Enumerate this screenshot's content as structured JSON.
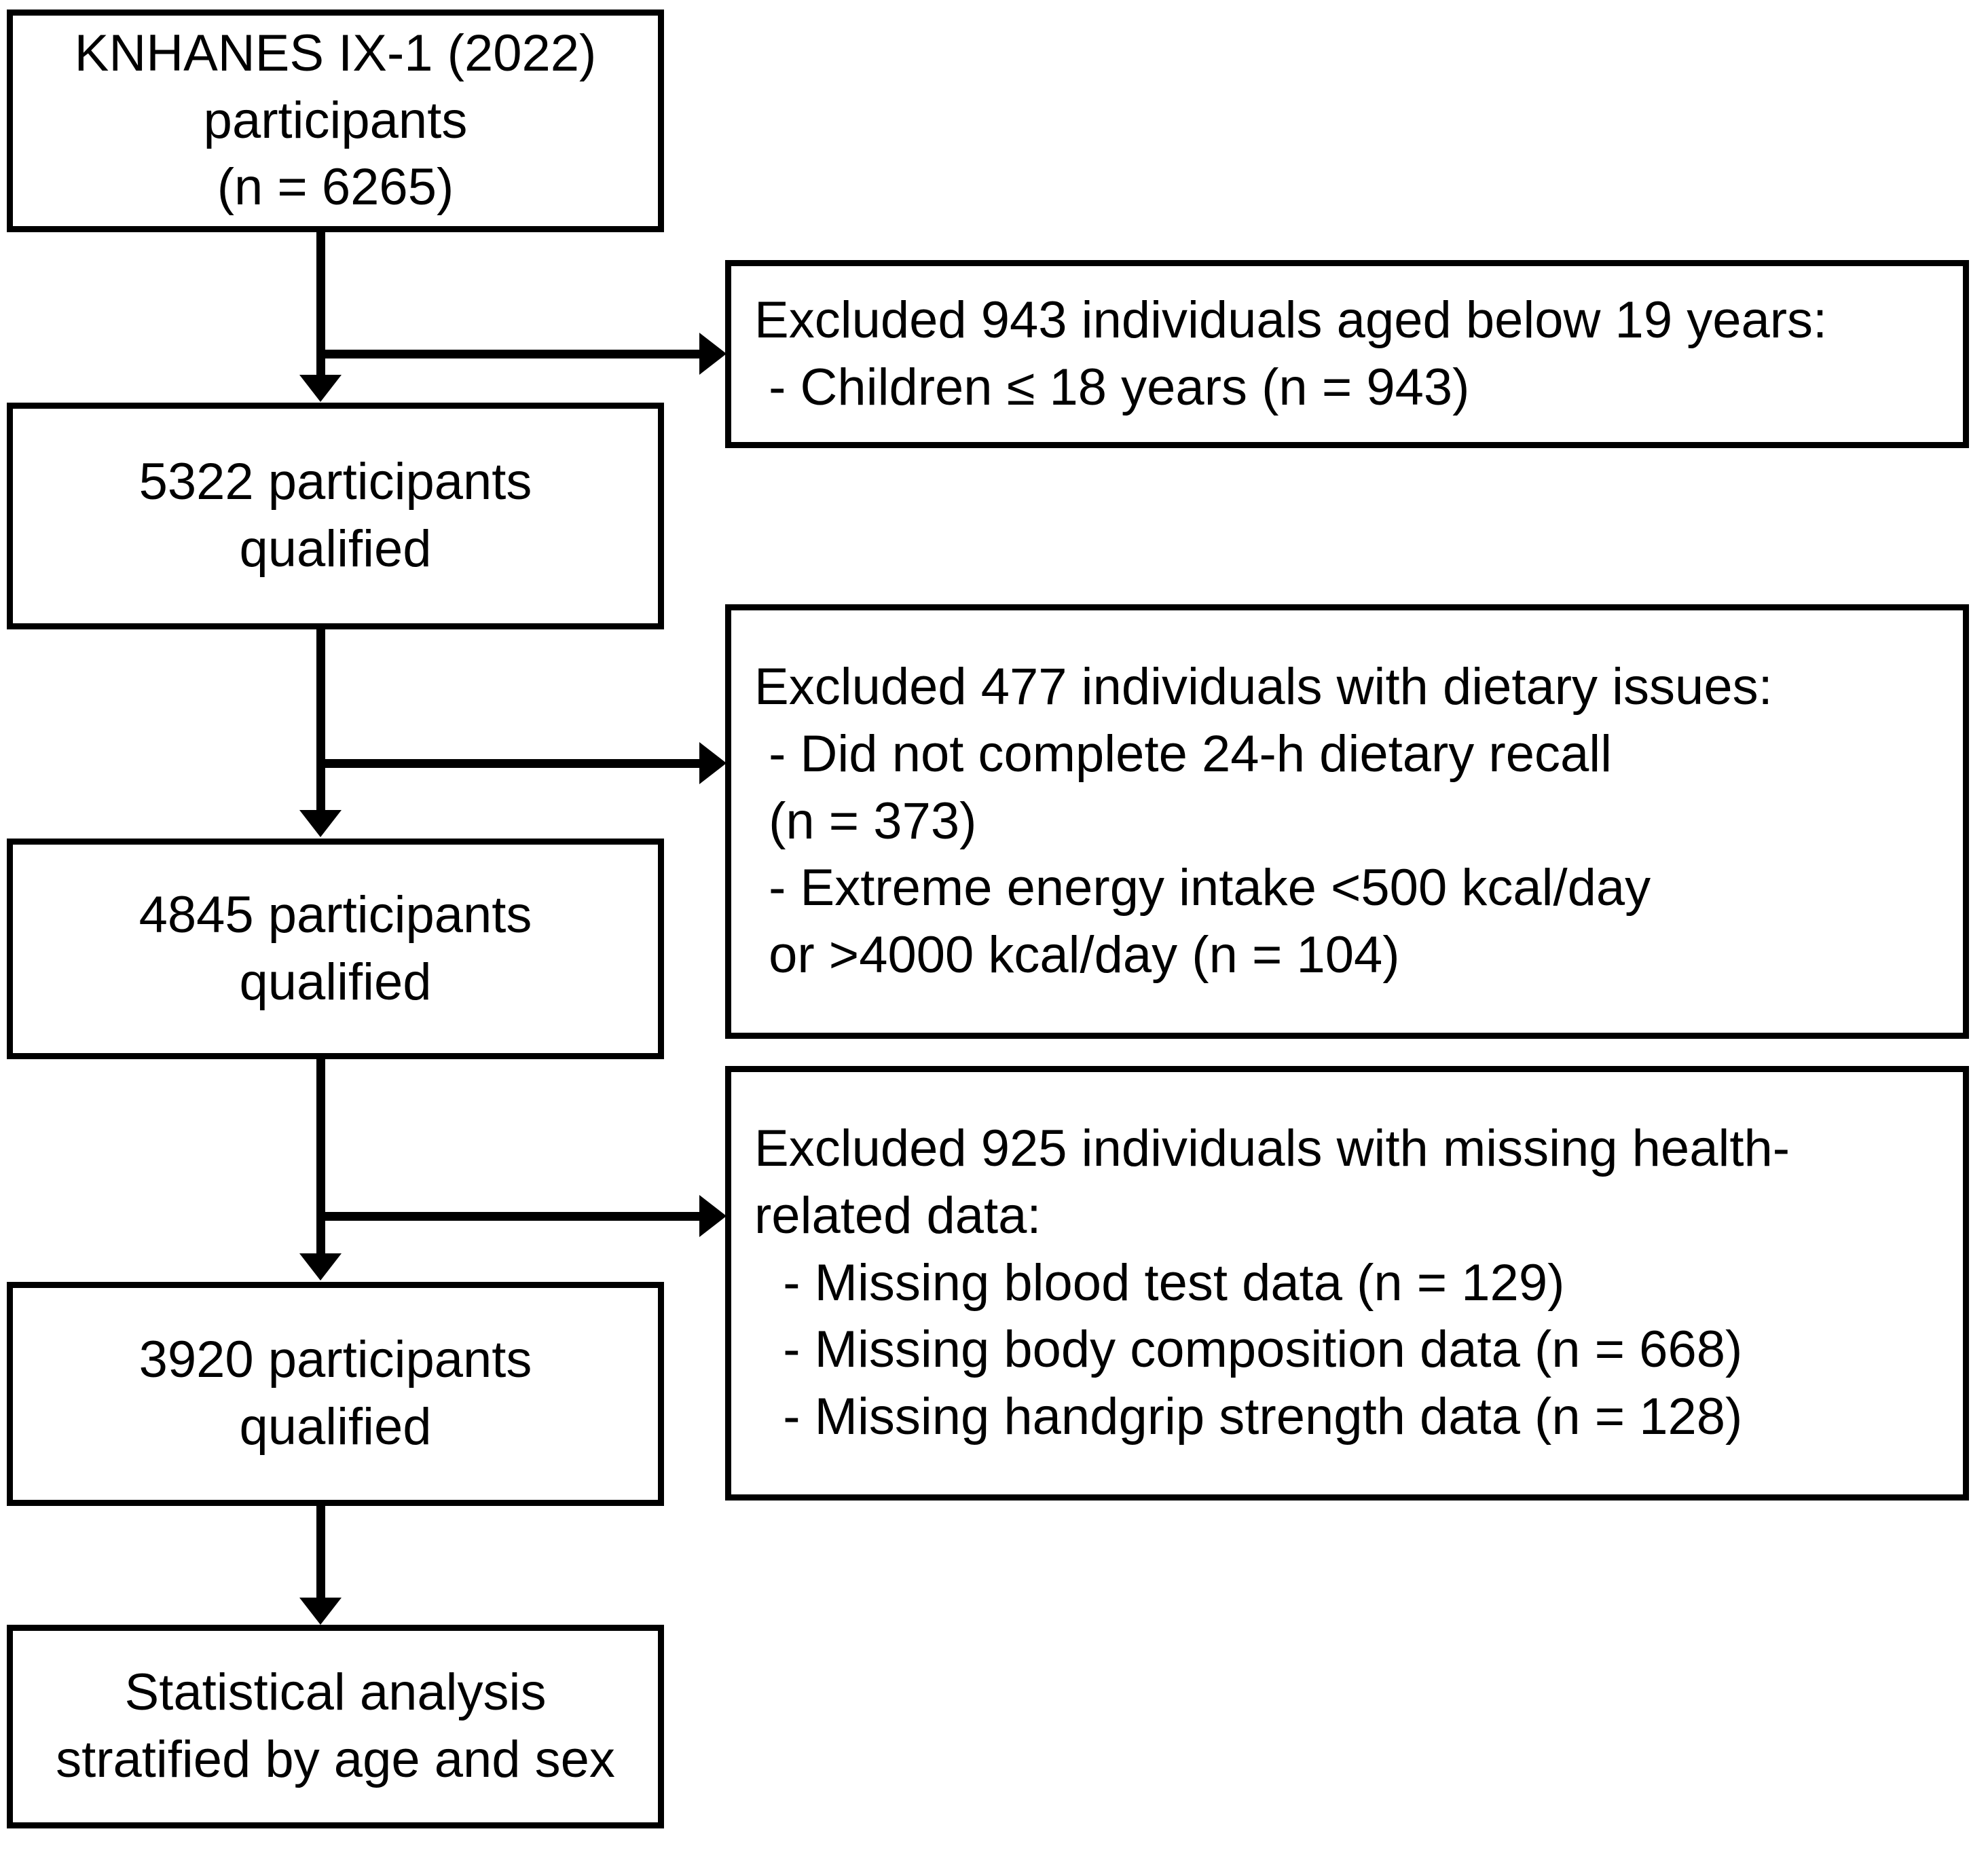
{
  "diagram": {
    "title": "KNHANES IX-1 participant selection flow",
    "type": "flowchart",
    "stroke_color": "#000000",
    "background_color": "#ffffff"
  },
  "flow_nodes": [
    {
      "id": "node-source",
      "lines": [
        "KNHANES IX-1 (2022)",
        "participants",
        "(n = 6265)"
      ],
      "n": 6265
    },
    {
      "id": "node-qualified-5322",
      "lines": [
        "5322 participants",
        "qualified"
      ],
      "n": 5322
    },
    {
      "id": "node-qualified-4845",
      "lines": [
        "4845 participants",
        "qualified"
      ],
      "n": 4845
    },
    {
      "id": "node-qualified-3920",
      "lines": [
        "3920 participants",
        "qualified"
      ],
      "n": 3920
    },
    {
      "id": "node-analysis",
      "lines": [
        "Statistical analysis",
        "stratified by age and sex"
      ],
      "n": null
    }
  ],
  "exclusion_nodes": [
    {
      "id": "exclusion-age",
      "excluded": 943,
      "lines": [
        "Excluded 943 individuals aged below 19 years:",
        " - Children ≤ 18 years (n = 943)"
      ]
    },
    {
      "id": "exclusion-dietary",
      "excluded": 477,
      "lines": [
        "Excluded 477 individuals with dietary issues:",
        " - Did not complete 24-h dietary recall",
        " (n = 373)",
        " - Extreme energy intake <500 kcal/day",
        " or >4000 kcal/day (n = 104)"
      ]
    },
    {
      "id": "exclusion-health",
      "excluded": 925,
      "lines": [
        "Excluded 925 individuals with missing health-",
        "related data:",
        "  - Missing blood test data (n = 129)",
        "  - Missing body composition data (n = 668)",
        "  - Missing handgrip strength data (n = 128)"
      ]
    }
  ]
}
